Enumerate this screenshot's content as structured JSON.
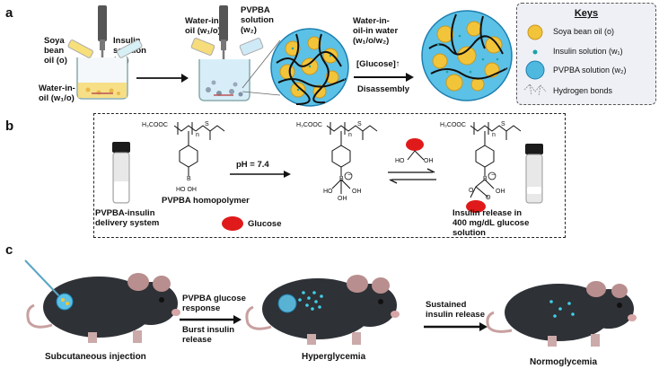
{
  "panel_a": {
    "letter": "a",
    "soya_oil": [
      "Soya",
      "bean",
      "oil (o)"
    ],
    "insulin_solution": [
      "Insulin",
      "solution",
      "(w₁)"
    ],
    "water_in_oil": [
      "Water-in-",
      "oil (w₁/o)"
    ],
    "water_in_oil_2": [
      "Water-in-",
      "oil (w₁/o)"
    ],
    "pvpba_solution": [
      "PVPBA",
      "solution",
      "(w₂)"
    ],
    "water_in_oil_in_water": [
      "Water-in-",
      "oil-in water",
      "(w₁/o/w₂)"
    ],
    "glucose_label": "[Glucose]↑",
    "disassembly_label": "Disassembly"
  },
  "keys": {
    "title": "Keys",
    "items": [
      {
        "label": "Soya bean oil (o)",
        "icon": "oil-droplet-icon",
        "color": "#f2c43a"
      },
      {
        "label": "Insulin solution (w₁)",
        "icon": "insulin-dot-icon",
        "color": "#1aa3a8"
      },
      {
        "label": "PVPBA solution (w₂)",
        "icon": "pvpba-sphere-icon",
        "color": "#4fb8de"
      },
      {
        "label": "Hydrogen bonds",
        "icon": "hydrogen-bond-icon",
        "color": "#888888"
      }
    ]
  },
  "panel_b": {
    "letter": "b",
    "formula_left": "H₃COOC",
    "formula_mid": "H₃COOC",
    "formula_right": "H₃COOC",
    "n_sub": "n",
    "s_label": "S",
    "b_label": "B",
    "ho_oh": "HO   OH",
    "ph_label": "pH = 7.4",
    "homopolymer_label": "PVPBA homopolymer",
    "delivery_label": [
      "PVPBA-insulin",
      "delivery system"
    ],
    "glucose_label": "Glucose",
    "release_label": [
      "Insulin release in",
      "400 mg/dL glucose",
      "solution"
    ],
    "oh": "OH",
    "ho": "HO",
    "o": "O",
    "minus": "−"
  },
  "panel_c": {
    "letter": "c",
    "step1": "Subcutaneous injection",
    "step2": "Hyperglycemia",
    "step3": "Normoglycemia",
    "arrow1_label": [
      "PVPBA glucose",
      "response",
      "Burst insulin",
      "release"
    ],
    "arrow2_label": [
      "Sustained",
      "insulin release"
    ]
  }
}
